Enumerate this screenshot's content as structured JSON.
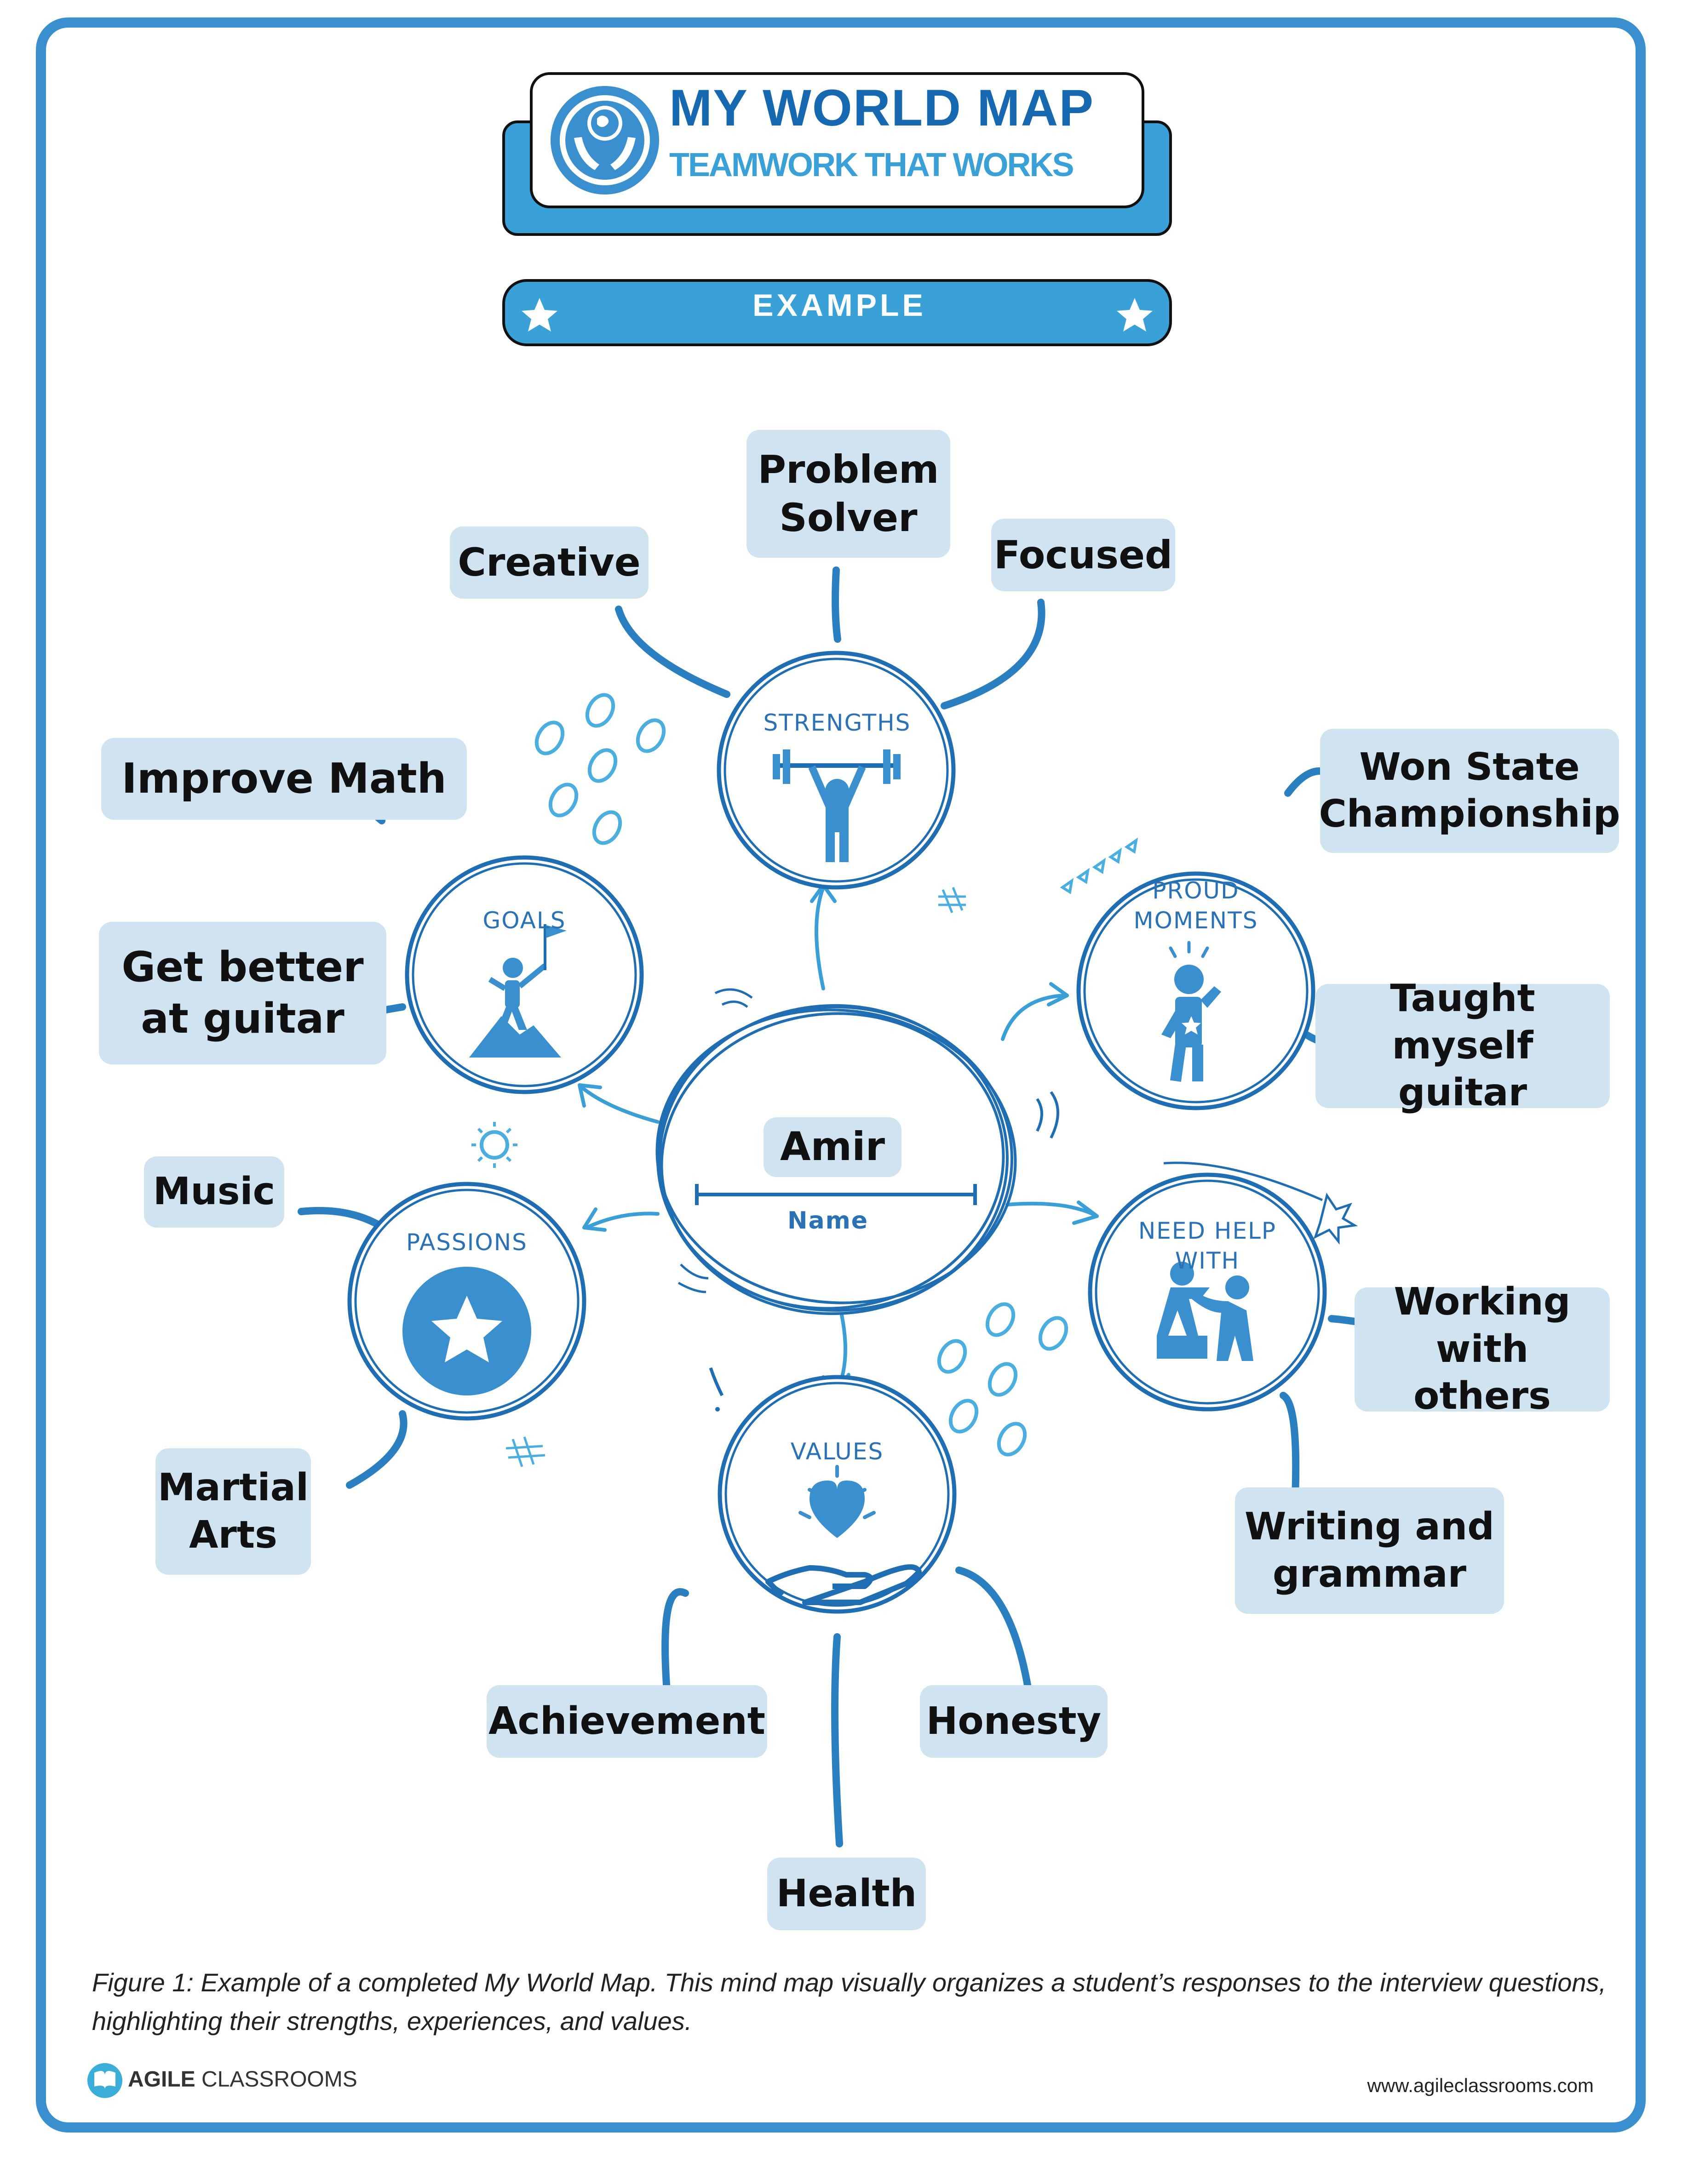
{
  "header": {
    "title": "MY WORLD MAP",
    "subtitle": "TEAMWORK THAT WORKS",
    "badge": "EXAMPLE"
  },
  "center": {
    "name_value": "Amir",
    "name_label": "Name"
  },
  "hubs": {
    "strengths": "STRENGTHS",
    "proud_moments": "PROUD\nMOMENTS",
    "need_help_with": "NEED HELP\nWITH",
    "values": "VALUES",
    "passions": "PASSIONS",
    "goals": "GOALS"
  },
  "items": {
    "strengths": [
      "Creative",
      "Problem\nSolver",
      "Focused"
    ],
    "proud_moments": [
      "Won State\nChampionship",
      "Taught\nmyself guitar"
    ],
    "need_help_with": [
      "Working\nwith others",
      "Writing and\ngrammar"
    ],
    "values": [
      "Achievement",
      "Health",
      "Honesty"
    ],
    "passions": [
      "Music",
      "Martial\nArts"
    ],
    "goals": [
      "Improve Math",
      "Get better\nat guitar"
    ]
  },
  "caption": "Figure 1: Example of a completed My World Map. This mind map visually organizes a student’s responses to the interview questions, highlighting their strengths, experiences, and values.",
  "footer": {
    "brand_bold": "AGILE",
    "brand_rest": " CLASSROOMS",
    "website": "www.agileclassrooms.com"
  },
  "colors": {
    "accent": "#3aa0d8",
    "dark_blue": "#1f6db3",
    "box_fill": "#cfe3f1",
    "frame": "#3a8fcf"
  }
}
